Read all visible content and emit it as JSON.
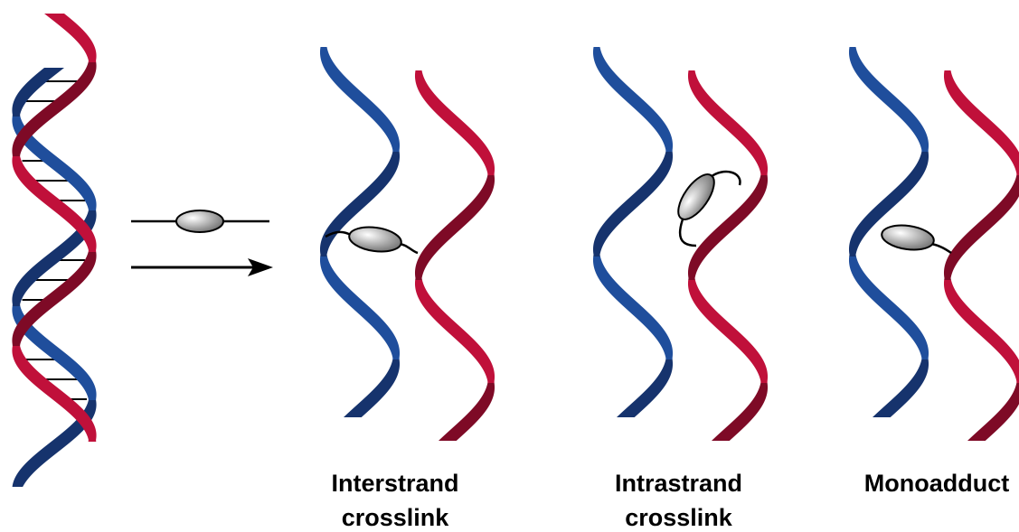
{
  "colors": {
    "blue_strand": "#1f4e9c",
    "blue_strand_dark": "#16336d",
    "red_strand": "#c0103a",
    "red_strand_dark": "#7e0a26",
    "rung": "#000000",
    "adduct_light": "#ffffff",
    "adduct_dark": "#6a6a6a",
    "arrow": "#000000"
  },
  "icons": {
    "reagent": "drug-ellipse-with-linkers",
    "reaction_arrow": "right-arrow"
  },
  "labels": {
    "interstrand": [
      "Interstrand",
      "crosslink"
    ],
    "intrastrand": [
      "Intrastrand",
      "crosslink"
    ],
    "monoadduct": [
      "Monoadduct"
    ]
  }
}
